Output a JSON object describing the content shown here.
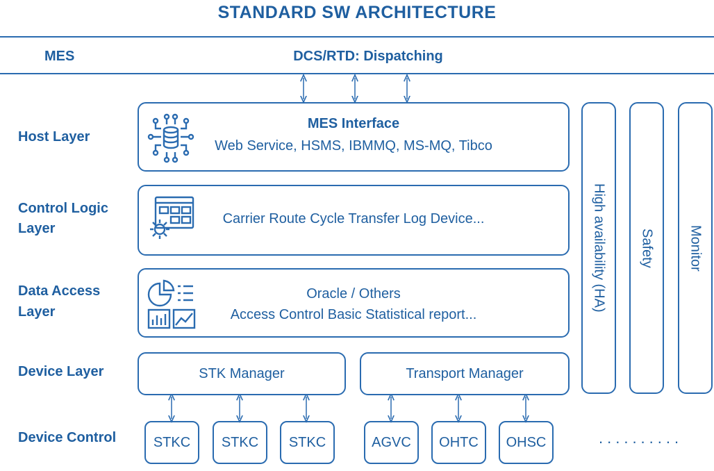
{
  "title": "STANDARD SW ARCHITECTURE",
  "header": {
    "mes": "MES",
    "dispatch": "DCS/RTD: Dispatching"
  },
  "layers": {
    "host": "Host Layer",
    "control_1": "Control Logic",
    "control_2": "Layer",
    "data_1": "Data Access",
    "data_2": "Layer",
    "device": "Device Layer",
    "device_control": "Device Control"
  },
  "host_box": {
    "title": "MES Interface",
    "subtitle": "Web Service, HSMS, IBMMQ, MS-MQ, Tibco",
    "icon": "network-database-icon"
  },
  "control_box": {
    "text": "Carrier Route Cycle Transfer  Log Device...",
    "icon": "gear-dashboard-icon"
  },
  "data_box": {
    "line1": "Oracle / Others",
    "line2": "Access Control Basic Statistical report...",
    "icon": "analytics-report-icon"
  },
  "device_boxes": {
    "stk_manager": "STK Manager",
    "transport_manager": "Transport Manager"
  },
  "side_boxes": {
    "ha": "High availability (HA)",
    "safety": "Safety",
    "monitor": "Monitor"
  },
  "controllers": [
    "STKC",
    "STKC",
    "STKC",
    "AGVC",
    "OHTC",
    "OHSC"
  ],
  "ellipsis": "..........",
  "colors": {
    "primary": "#1f5fa0",
    "line": "#2a6bb0"
  }
}
